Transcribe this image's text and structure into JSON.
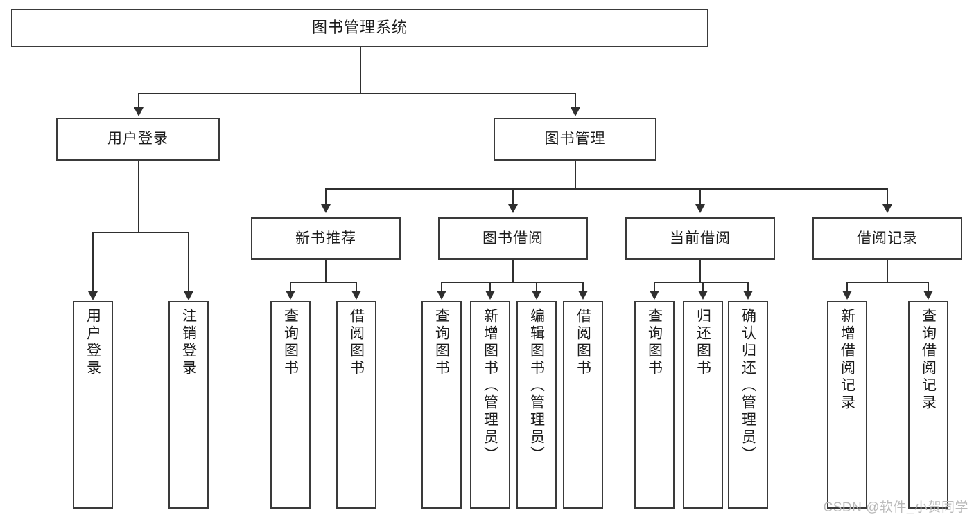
{
  "diagram": {
    "title": "图书管理系统",
    "type": "tree-hierarchy",
    "root": {
      "label": "图书管理系统"
    },
    "level1": [
      {
        "label": "用户登录"
      },
      {
        "label": "图书管理"
      }
    ],
    "level2": [
      {
        "label": "新书推荐"
      },
      {
        "label": "图书借阅"
      },
      {
        "label": "当前借阅"
      },
      {
        "label": "借阅记录"
      }
    ],
    "leaves": {
      "user_login": [
        {
          "label": "用户登录"
        },
        {
          "label": "注销登录"
        }
      ],
      "new_book_recommend": [
        {
          "label": "查询图书"
        },
        {
          "label": "借阅图书"
        }
      ],
      "book_borrow": [
        {
          "label": "查询图书"
        },
        {
          "label": "新增图书（管理员）"
        },
        {
          "label": "编辑图书（管理员）"
        },
        {
          "label": "借阅图书"
        }
      ],
      "current_borrow": [
        {
          "label": "查询图书"
        },
        {
          "label": "归还图书"
        },
        {
          "label": "确认归还（管理员）"
        }
      ],
      "borrow_record": [
        {
          "label": "新增借阅记录"
        },
        {
          "label": "查询借阅记录"
        }
      ]
    }
  },
  "watermark": {
    "text": "CSDN @软件_小贺同学"
  },
  "colors": {
    "background": "#ffffff",
    "box_border": "#3a3a3a",
    "connector": "#2f2f2f",
    "text": "#1b1b1b",
    "watermark": "#b9b9b9"
  }
}
